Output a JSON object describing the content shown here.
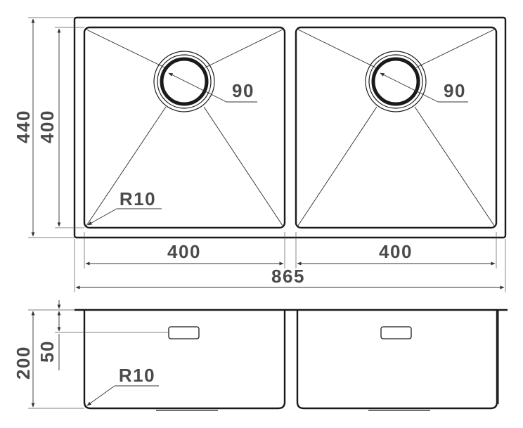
{
  "top_view": {
    "overall_height": "440",
    "bowl_height": "400",
    "drain_left": "90",
    "drain_right": "90",
    "corner_radius": "R10",
    "bowl_left_width": "400",
    "bowl_right_width": "400",
    "overall_width": "865"
  },
  "side_view": {
    "depth": "200",
    "overflow_offset": "50",
    "corner_radius": "R10"
  },
  "colors": {
    "line": "#1a1a1a",
    "label": "#4a4a4a"
  }
}
